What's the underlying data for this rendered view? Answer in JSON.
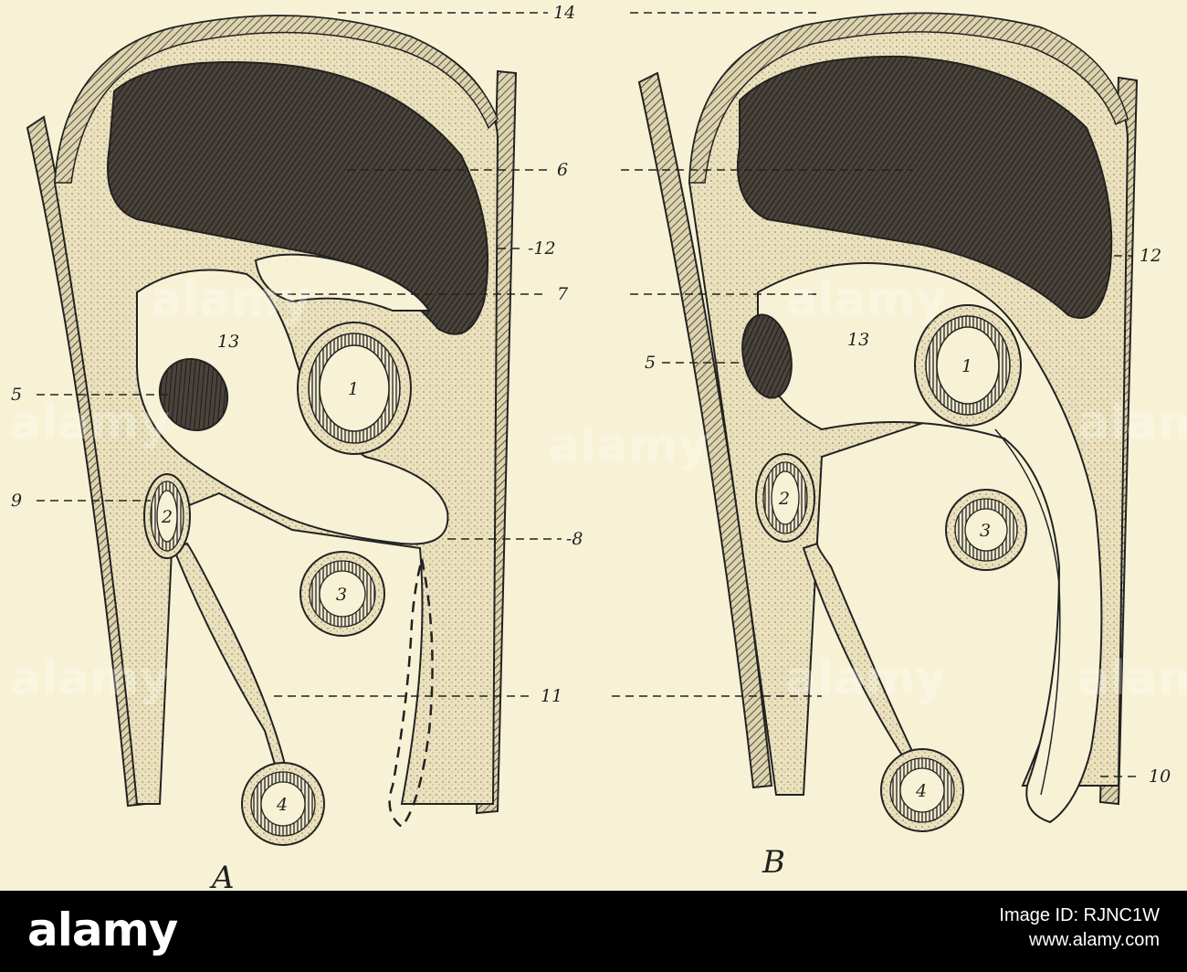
{
  "labels": {
    "n14": "14",
    "n6": "6",
    "n12a": "-12",
    "n12b": "12",
    "n7": "7",
    "n13a": "13",
    "n13b": "13",
    "n5a": "5",
    "n5b": "5",
    "n9": "9",
    "n8": "-8",
    "n11": "11",
    "n10": "10",
    "c1a": "1",
    "c2a": "2",
    "c3a": "3",
    "c4a": "4",
    "c1b": "1",
    "c2b": "2",
    "c3b": "3",
    "c4b": "4"
  },
  "captions": {
    "a": "A",
    "b": "B"
  },
  "watermark": "alamy",
  "footer": {
    "logo": "alamy",
    "image_id_label": "Image ID: RJNC1W",
    "site": "www.alamy.com"
  },
  "colors": {
    "paper": "#f7f2d6",
    "tissue": "#ece4c2",
    "dark_mass": "#3a3530",
    "ink": "#222222",
    "footer_bg": "#000000"
  }
}
